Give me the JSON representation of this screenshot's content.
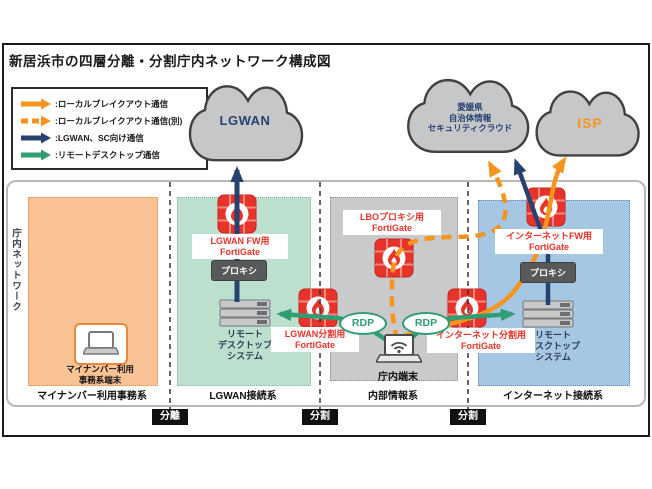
{
  "title": "新居浜市の四層分離・分割庁内ネットワーク構成図",
  "colors": {
    "orange": "#f7941e",
    "navy": "#27426f",
    "green": "#2f9e72",
    "fortigate_red": "#e8332a",
    "cloud_fill": "#c6c7c9",
    "cloud_stroke": "#414042"
  },
  "legend": {
    "items": [
      {
        "label": ":ローカルブレイクアウト通信"
      },
      {
        "label": ":ローカルブレイクアウト通信(別)"
      },
      {
        "label": ":LGWAN、SC向け通信"
      },
      {
        "label": ":リモートデスクトップ通信"
      }
    ]
  },
  "clouds": {
    "lgwan": {
      "label": "LGWAN"
    },
    "ehime": {
      "lines": [
        "愛媛県",
        "自治体情報",
        "セキュリティクラウド"
      ]
    },
    "isp": {
      "label": "ISP"
    }
  },
  "network_label": "庁内ネットワーク",
  "zones": [
    {
      "label": "マイナンバー利用事務系"
    },
    {
      "label": "LGWAN接続系"
    },
    {
      "label": "内部情報系"
    },
    {
      "label": "インターネット接続系"
    }
  ],
  "fortigates": [
    {
      "lines": [
        "LGWAN FW用",
        "FortiGate"
      ]
    },
    {
      "lines": [
        "LBOプロキシ用",
        "FortiGate"
      ]
    },
    {
      "lines": [
        "インターネットFW用",
        "FortiGate"
      ]
    },
    {
      "lines": [
        "LGWAN分割用",
        "FortiGate"
      ]
    },
    {
      "lines": [
        "インターネット分割用",
        "FortiGate"
      ]
    }
  ],
  "proxy": {
    "label": "プロキシ"
  },
  "devices": {
    "lgwan_rds_lines": [
      "リモート",
      "デスクトップ",
      "システム"
    ],
    "internet_rds_lines": [
      "リモート",
      "デスクトップ",
      "システム"
    ],
    "terminal_label": "庁内端末",
    "mynumber_lines": [
      "マイナンバー利用",
      "事務系端末"
    ]
  },
  "rdp_badge": "RDP",
  "separators": [
    {
      "label": "分離"
    },
    {
      "label": "分割"
    },
    {
      "label": "分割"
    }
  ]
}
